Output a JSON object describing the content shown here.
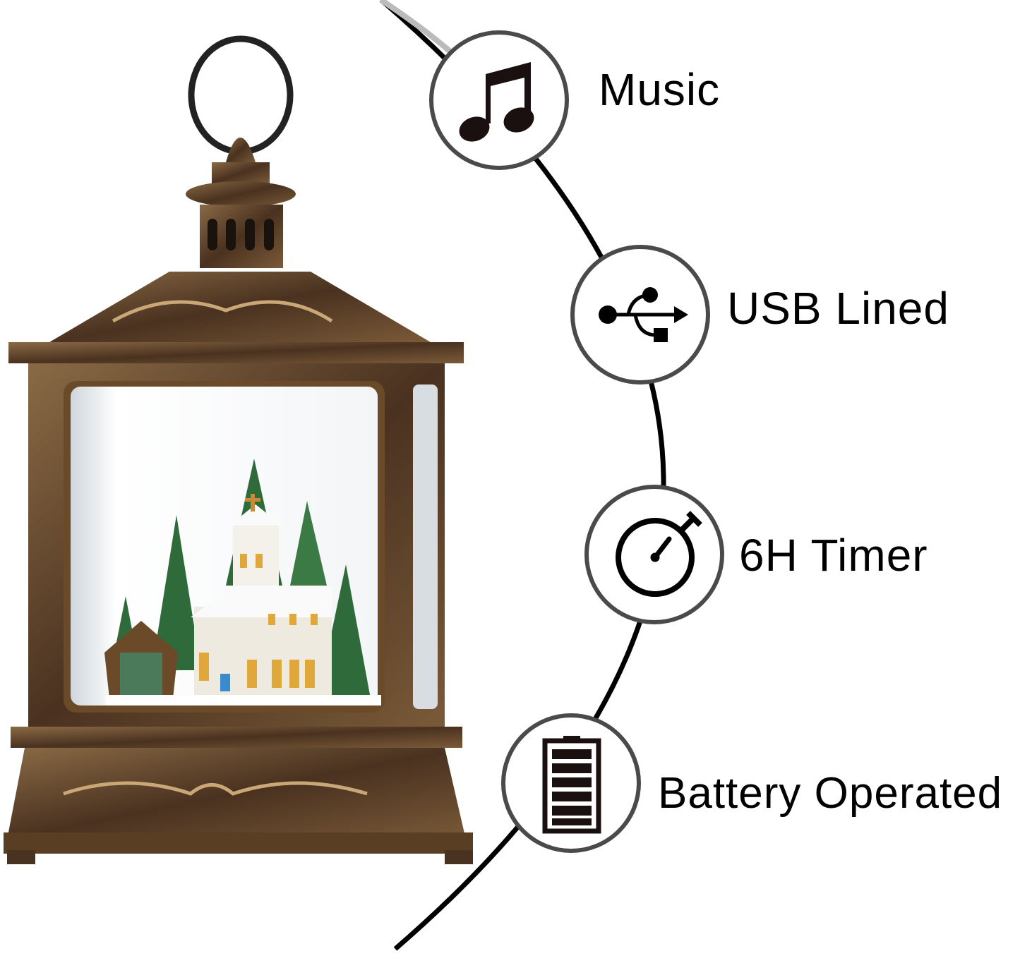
{
  "features": [
    {
      "label": "Music",
      "icon": "music-note-icon"
    },
    {
      "label": "USB Lined",
      "icon": "usb-icon"
    },
    {
      "label": "6H Timer",
      "icon": "stopwatch-icon"
    },
    {
      "label": "Battery Operated",
      "icon": "battery-icon"
    }
  ],
  "colors": {
    "lantern_bronze": "#6b4a2a",
    "lantern_dark": "#2c2018",
    "ring_stroke": "#4a4a4a",
    "icon": "#1a1010"
  }
}
